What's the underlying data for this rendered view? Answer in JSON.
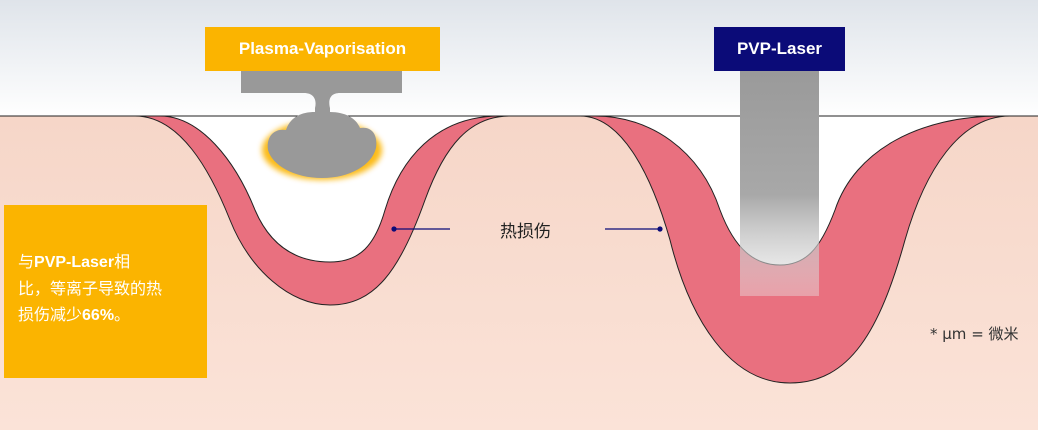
{
  "labels": {
    "plasma": "Plasma-Vaporisation",
    "pvp_laser": "PVP-Laser",
    "thermal_damage": "热损伤",
    "unit_note": "* μm = 微米"
  },
  "info_box": {
    "prefix": "与",
    "brand": "PVP-Laser",
    "text_line1_rest": "相",
    "text_line2": "比，等离子导致的热",
    "text_line3_start": "损伤减少",
    "percent": "66%",
    "text_line3_end": "。"
  },
  "colors": {
    "orange": "#fbb400",
    "navy": "#0b0b78",
    "tissue": "#f7dccd",
    "damage": "#e9707f",
    "sky_top": "#e4e8ee",
    "tool_gray": "#999999"
  }
}
